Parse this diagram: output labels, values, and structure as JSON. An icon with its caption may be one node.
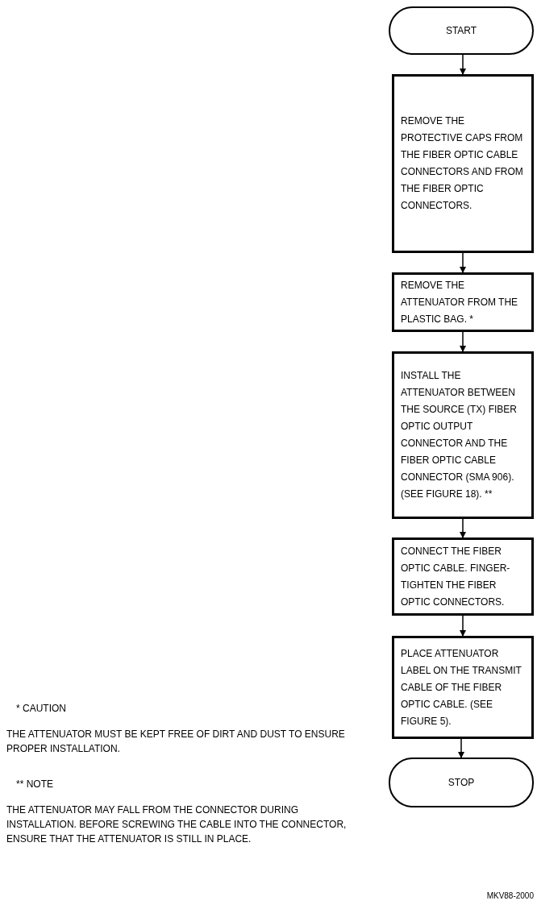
{
  "diagram": {
    "nodes": [
      {
        "text": [
          "START"
        ]
      },
      {
        "text": [
          "REMOVE THE PROTECTIVE CAPS FROM THE FIBER OPTIC CABLE CONNECTORS AND FROM THE FIBER OPTIC CONNECTORS."
        ]
      },
      {
        "text": [
          "REMOVE THE ATTENUATOR FROM THE PLASTIC BAG. *"
        ]
      },
      {
        "text": [
          "INSTALL THE ATTENUATOR BETWEEN THE SOURCE (TX) FIBER OPTIC OUTPUT CONNECTOR AND THE FIBER OPTIC CABLE CONNECTOR (SMA 906). (SEE FIGURE 18). **"
        ]
      },
      {
        "text": [
          "CONNECT THE FIBER OPTIC CABLE. FINGER-TIGHTEN THE FIBER OPTIC CONNECTORS."
        ]
      },
      {
        "text": [
          "PLACE ATTENUATOR LABEL ON THE TRANSMIT CABLE OF THE FIBER OPTIC CABLE. (SEE FIGURE 5)."
        ]
      },
      {
        "text": [
          "STOP"
        ]
      }
    ],
    "edges": [
      {
        "from": 0,
        "to": 1,
        "arrow": "to"
      },
      {
        "from": 1,
        "to": 2,
        "arrow": "to"
      },
      {
        "from": 2,
        "to": 3,
        "arrow": "to"
      },
      {
        "from": 3,
        "to": 4,
        "arrow": "to"
      },
      {
        "from": 4,
        "to": 5,
        "arrow": "to"
      },
      {
        "from": 5,
        "to": 6,
        "arrow": "to"
      }
    ],
    "labels": [
      "* CAUTION",
      "THE ATTENUATOR MUST BE KEPT FREE OF DIRT AND DUST TO ENSURE PROPER INSTALLATION.",
      "** NOTE",
      "THE ATTENUATOR MAY FALL FROM THE CONNECTOR DURING INSTALLATION. BEFORE SCREWING THE CABLE INTO THE CONNECTOR, ENSURE THAT THE ATTENUATOR IS STILL IN PLACE.",
      "MKV88-2000"
    ]
  }
}
